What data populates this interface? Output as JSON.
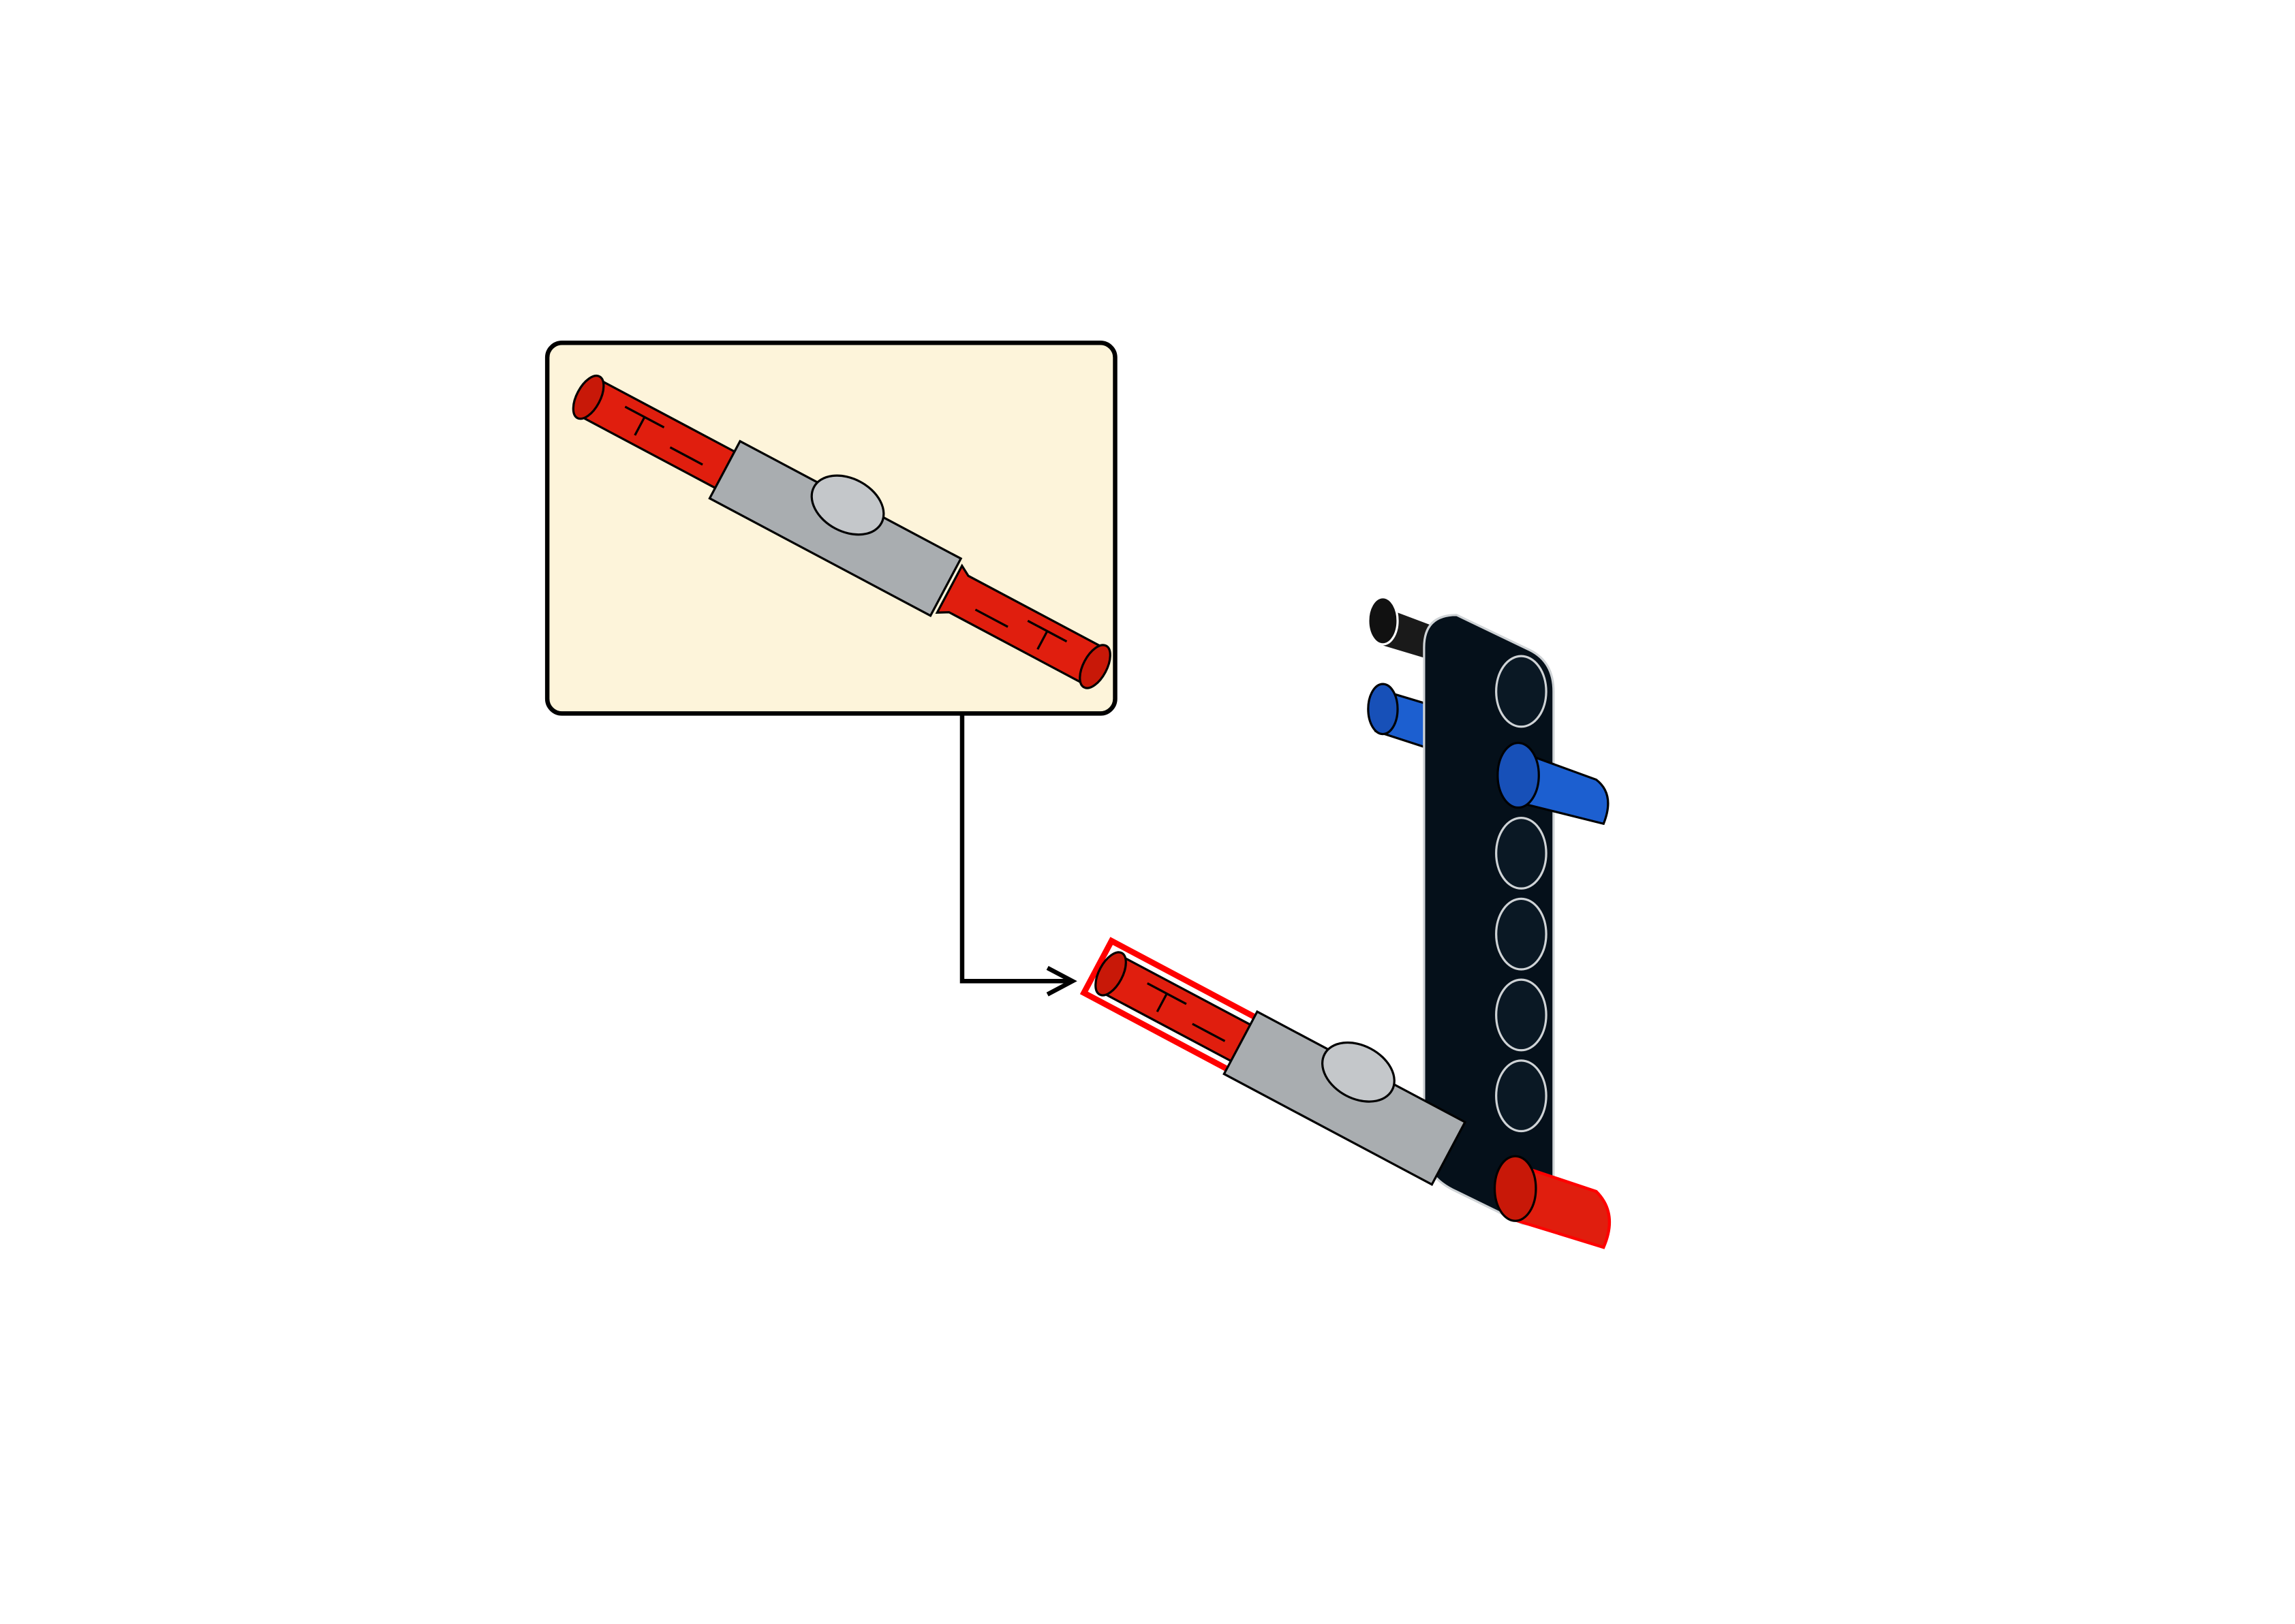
{
  "diagram": {
    "type": "assembly-instruction-step",
    "colors": {
      "background": "#ffffff",
      "callout_fill": "#fdf4da",
      "callout_border": "#000000",
      "pin_red": "#e01e0e",
      "connector_grey": "#a9adb0",
      "beam_black": "#05101a",
      "pin_blue": "#1c5fd0",
      "pin_black": "#1a1a1a",
      "highlight_outline": "#ff0000"
    },
    "callout": {
      "parts": [
        "red-pin",
        "grey-axle-connector",
        "red-pin"
      ]
    },
    "model": {
      "parts": [
        "black-beam",
        "blue-pin",
        "blue-pin",
        "black-pin",
        "red-pin",
        "grey-axle-connector",
        "red-pin"
      ],
      "beam_holes": 7
    }
  }
}
